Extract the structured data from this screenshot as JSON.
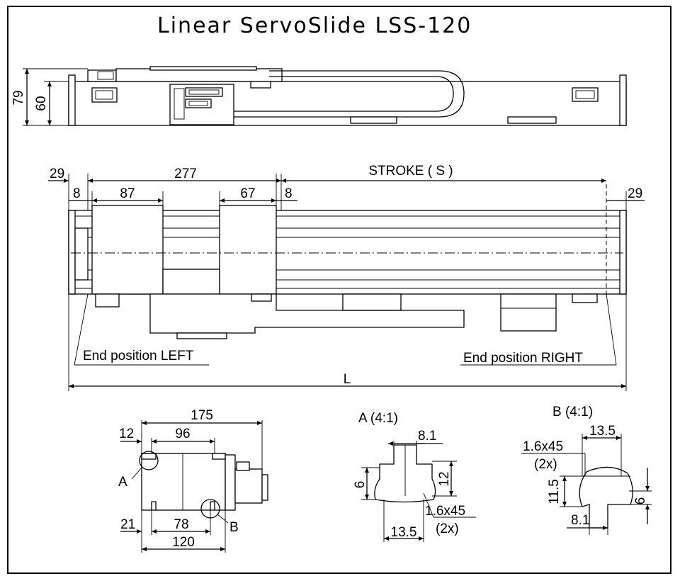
{
  "title": "Linear ServoSlide LSS-120",
  "side_view": {
    "height_outer": "79",
    "height_inner": "60"
  },
  "top_view": {
    "dim_29_left": "29",
    "dim_277": "277",
    "dim_stroke": "STROKE ( S )",
    "dim_8_left": "8",
    "dim_87": "87",
    "dim_67": "67",
    "dim_8_right": "8",
    "dim_29_right": "29",
    "end_left": "End position LEFT",
    "end_right": "End position RIGHT",
    "length": "L"
  },
  "end_view": {
    "dim_175": "175",
    "dim_12": "12",
    "dim_96": "96",
    "dim_21": "21",
    "dim_78": "78",
    "dim_120": "120",
    "label_a": "A",
    "label_b": "B"
  },
  "detail_a": {
    "title": "A (4:1)",
    "dim_8_1": "8.1",
    "dim_12": "12",
    "dim_6": "6",
    "dim_chamfer": "1.6x45",
    "dim_chamfer_count": "(2x)",
    "dim_13_5": "13.5"
  },
  "detail_b": {
    "title": "B (4:1)",
    "dim_chamfer": "1.6x45",
    "dim_chamfer_count": "(2x)",
    "dim_13_5": "13.5",
    "dim_11_5": "11.5",
    "dim_6": "6",
    "dim_8_1": "8.1"
  }
}
